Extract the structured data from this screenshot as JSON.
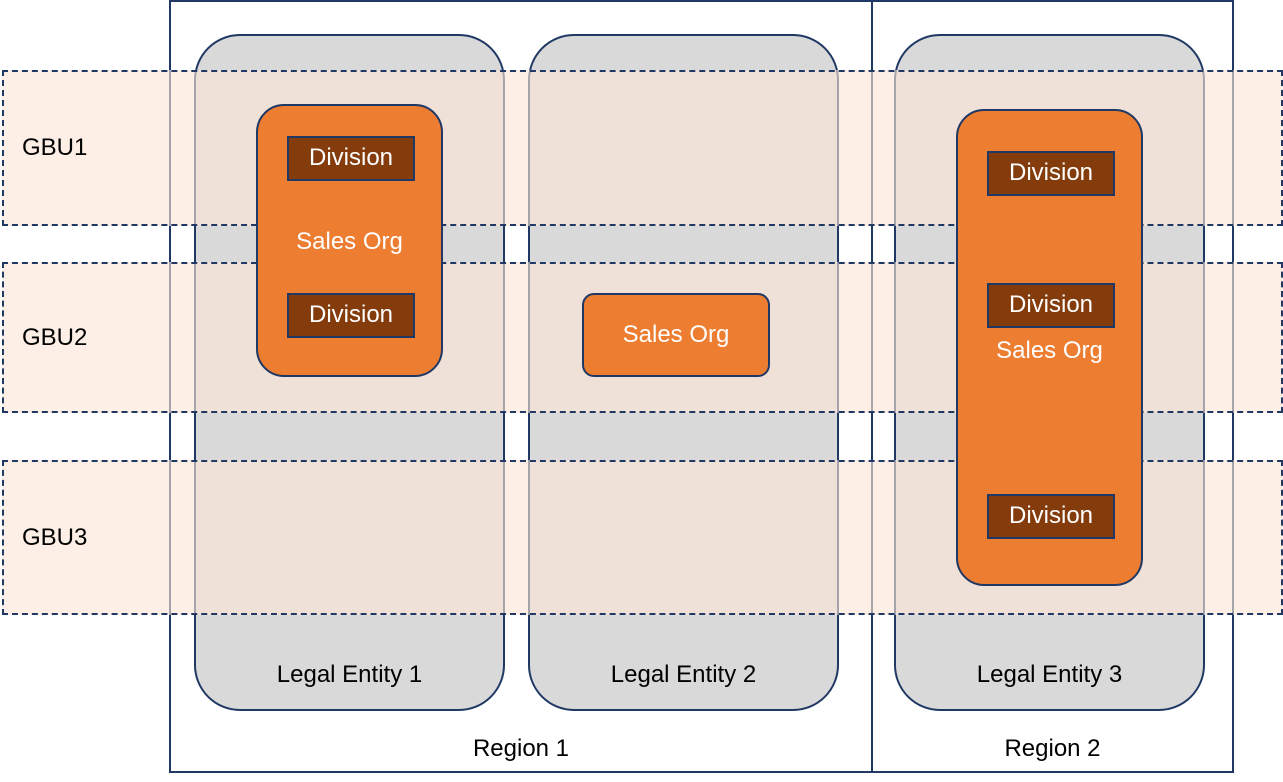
{
  "regions": [
    {
      "label": "Region 1"
    },
    {
      "label": "Region 2"
    }
  ],
  "legal_entities": [
    {
      "label": "Legal Entity 1"
    },
    {
      "label": "Legal Entity 2"
    },
    {
      "label": "Legal Entity 3"
    }
  ],
  "gbus": [
    {
      "label": "GBU1"
    },
    {
      "label": "GBU2"
    },
    {
      "label": "GBU3"
    }
  ],
  "sales_orgs": [
    {
      "label": "Sales Org",
      "divisions": [
        "Division",
        "Division"
      ]
    },
    {
      "label": "Sales Org",
      "divisions": []
    },
    {
      "label": "Sales Org",
      "divisions": [
        "Division",
        "Division",
        "Division"
      ]
    }
  ],
  "colors": {
    "outline": "#1f3864",
    "entity_fill": "#d9d9d9",
    "gbu_fill": "#fbe5d6",
    "sales_org_fill": "#ed7d31",
    "division_fill": "#843c0c"
  }
}
